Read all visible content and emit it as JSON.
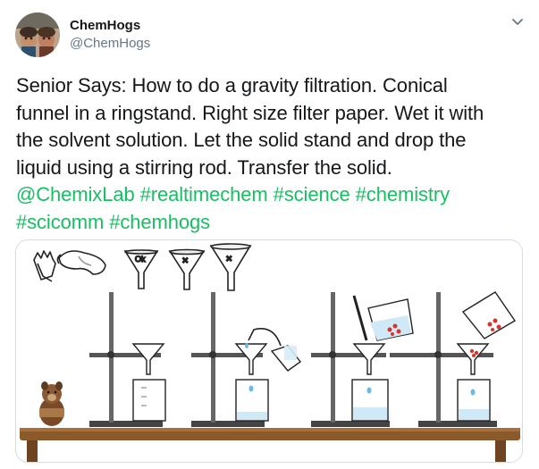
{
  "author": {
    "display_name": "ChemHogs",
    "handle": "@ChemHogs"
  },
  "tweet": {
    "lines": [
      "Senior Says: How to do a gravity filtration. Conical",
      "funnel in a ringstand. Right size filter paper. Wet it with",
      "the solvent solution. Let the solid stand and drop the",
      "liquid using a stirring rod. Transfer the solid."
    ],
    "hashtag_line_1": "@ChemixLab #realtimechem #science #chemistry",
    "hashtag_line_2": "#scicomm #chemhogs"
  },
  "media": {
    "filter_paper_labels": [
      "Ok",
      "×",
      "×"
    ]
  },
  "icons": {
    "menu": "chevron-down-icon",
    "avatar": "avatar-image"
  },
  "colors": {
    "hashtag": "#17bf63",
    "handle_gray": "#657786",
    "bench_wood": "#8b5a2b",
    "liquid": "#cfe9f7",
    "crystals": "#d9342b"
  }
}
